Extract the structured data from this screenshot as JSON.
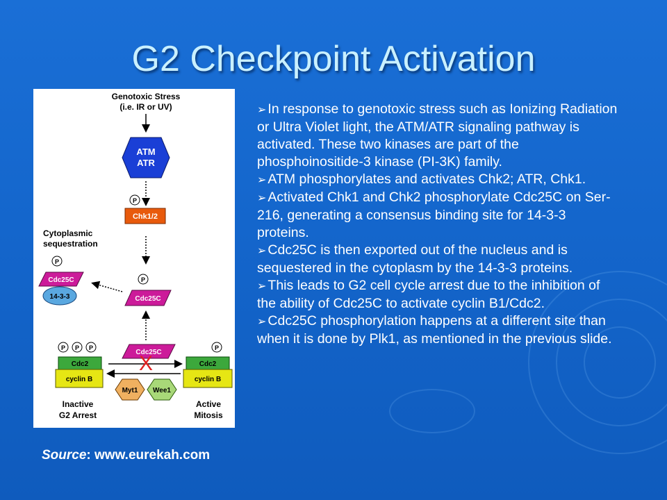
{
  "slide": {
    "title": "G2 Checkpoint Activation",
    "source_label": "Source",
    "source_value": ": www.eurekah.com"
  },
  "diagram": {
    "stress_line1": "Genotoxic Stress",
    "stress_line2": "(i.e. IR or UV)",
    "atm": "ATM",
    "atr": "ATR",
    "p": "P",
    "chk": "Chk1/2",
    "cyto_line1": "Cytoplasmic",
    "cyto_line2": "sequestration",
    "cdc25c": "Cdc25C",
    "protein_1433": "14-3-3",
    "cdc2": "Cdc2",
    "cyclinb": "cyclin B",
    "myt1": "Myt1",
    "wee1": "Wee1",
    "inactive_line1": "Inactive",
    "inactive_line2": "G2 Arrest",
    "active_line1": "Active",
    "active_line2": "Mitosis",
    "x_mark": "X"
  },
  "bullets": [
    "In response to genotoxic stress such as Ionizing Radiation or Ultra Violet light, the ATM/ATR signaling pathway is activated.  These two kinases are part of the phosphoinositide-3 kinase (PI-3K) family.",
    "ATM phosphorylates and activates Chk2; ATR, Chk1.",
    "Activated Chk1 and Chk2 phosphorylate Cdc25C on Ser-216, generating a consensus binding site for 14-3-3 proteins.",
    "Cdc25C is then exported out of the nucleus and is sequestered in the cytoplasm by the 14-3-3 proteins.",
    "This leads to G2 cell cycle arrest due to the inhibition of the ability of Cdc25C to activate cyclin B1/Cdc2.",
    "Cdc25C phosphorylation happens at a different site than when it is done by Plk1, as mentioned in the previous slide."
  ],
  "bullet_icon": "arrow-bullet-icon"
}
